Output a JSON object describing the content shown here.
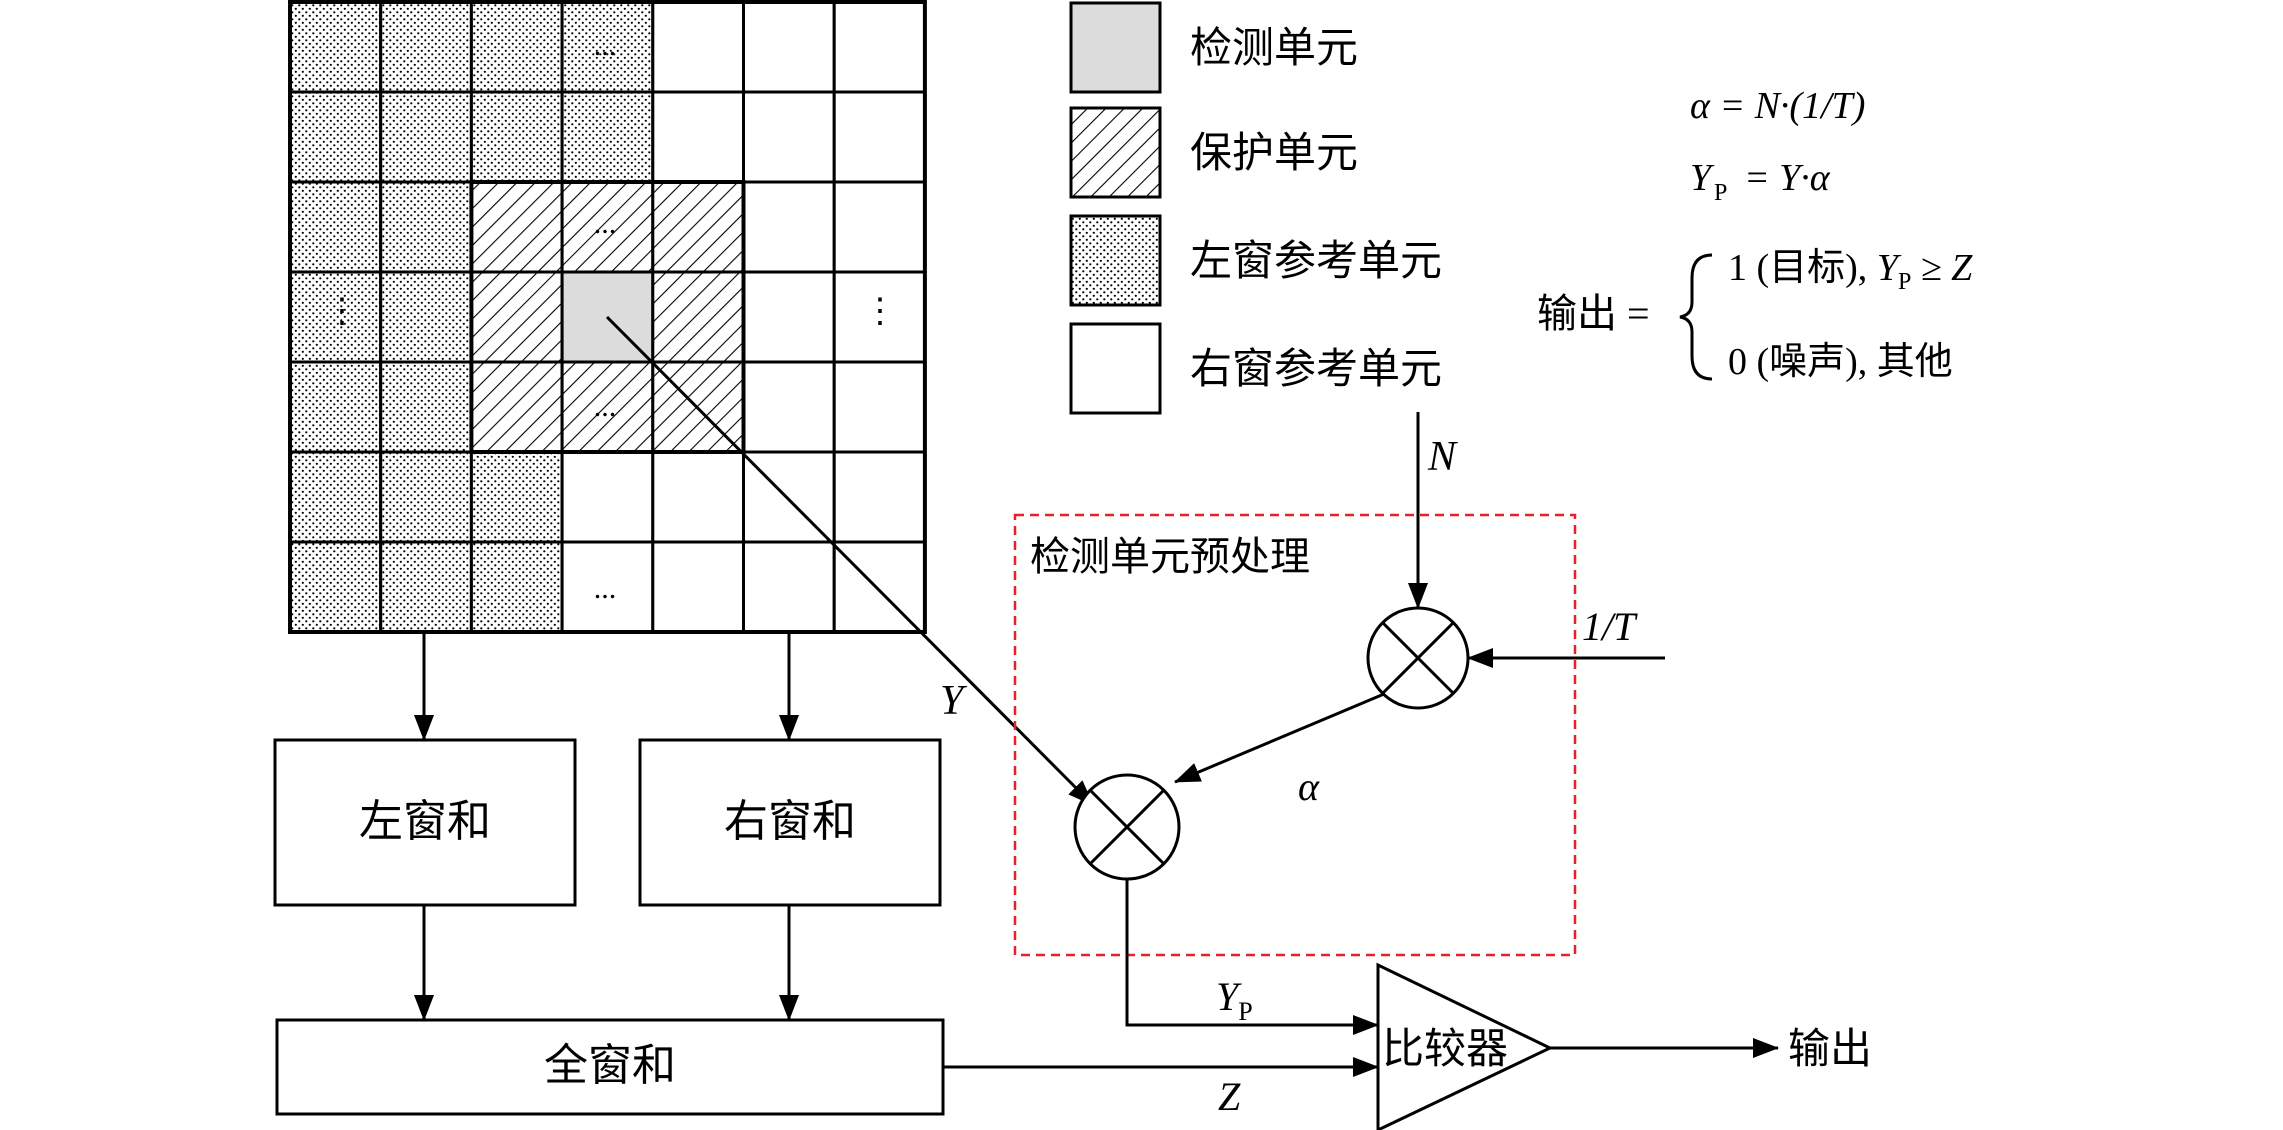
{
  "legend": [
    {
      "kind": "detect",
      "label": "检测单元"
    },
    {
      "kind": "guard",
      "label": "保护单元"
    },
    {
      "kind": "left",
      "label": "左窗参考单元"
    },
    {
      "kind": "right",
      "label": "右窗参考单元"
    }
  ],
  "formulas": {
    "alpha": "α = N·(1/T)",
    "yp_y": "Y",
    "yp_p": "P",
    "yp_rhs": "= Y·α",
    "output_label": "输出 =",
    "case1": "1 (目标), ",
    "case1_y": "Y",
    "case1_p": "P",
    "case1_cmp": " ≥ Z",
    "case2": "0 (噪声), 其他"
  },
  "grid": {
    "ellipsis_h": "...",
    "ellipsis_v": "⋮"
  },
  "blocks": {
    "left_sum": "左窗和",
    "right_sum": "右窗和",
    "total_sum": "全窗和",
    "comparator": "比较器",
    "preprocess": "检测单元预处理",
    "output": "输出"
  },
  "signals": {
    "Y": "Y",
    "N": "N",
    "inv_T": "1/T",
    "alpha": "α",
    "Yp_Y": "Y",
    "Yp_P": "P",
    "Z": "Z"
  },
  "colors": {
    "detect_fill": "#dcdcdc",
    "dashed_box": "#e8202a",
    "stroke": "#000000"
  }
}
